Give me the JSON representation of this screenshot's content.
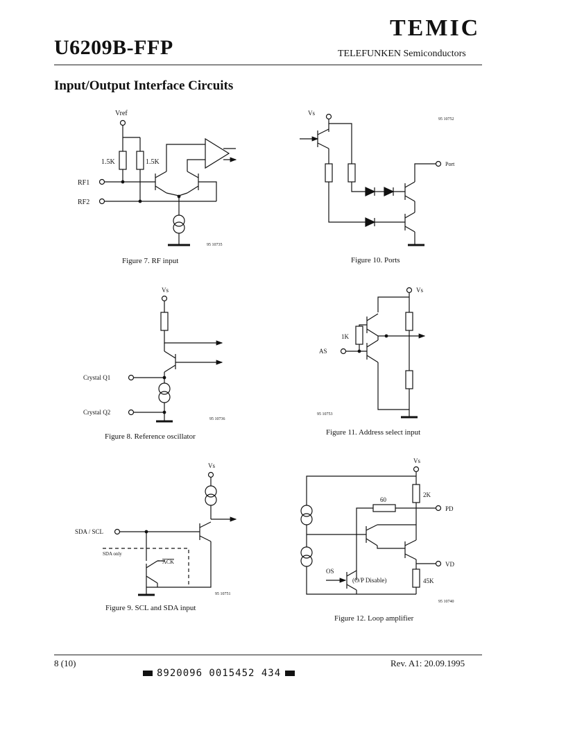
{
  "header": {
    "part_number": "U6209B-FFP",
    "brand": "TEMIC",
    "tagline": "TELEFUNKEN Semiconductors"
  },
  "section_title": "Input/Output Interface Circuits",
  "figures": [
    {
      "caption": "Figure 7.  RF input",
      "code": "95 10735",
      "labels": {
        "vref": "Vref",
        "r1": "1.5K",
        "r2": "1.5K",
        "rf1": "RF1",
        "rf2": "RF2"
      }
    },
    {
      "caption": "Figure 10.  Ports",
      "code": "95 10752",
      "labels": {
        "vs": "Vs",
        "port": "Port"
      }
    },
    {
      "caption": "Figure 8.  Reference oscillator",
      "code": "95 10736",
      "labels": {
        "vs": "Vs",
        "q1": "Crystal Q1",
        "q2": "Crystal Q2"
      }
    },
    {
      "caption": "Figure 11.  Address select input",
      "code": "95 10753",
      "labels": {
        "vs": "Vs",
        "r": "1K",
        "as": "AS"
      }
    },
    {
      "caption": "Figure 9.  SCL and SDA input",
      "code": "95 10751",
      "labels": {
        "vs": "Vs",
        "sda": "SDA / SCL",
        "sda_only": "SDA only",
        "ack": "ACK"
      }
    },
    {
      "caption": "Figure 12.  Loop amplifier",
      "code": "95 10740",
      "labels": {
        "vs": "Vs",
        "r60": "60",
        "r2k": "2K",
        "pd": "PD",
        "os": "OS",
        "opd": "(O/P Disable)",
        "vd": "VD",
        "r45": "45K"
      }
    }
  ],
  "footer": {
    "page": "8 (10)",
    "revision": "Rev. A1: 20.09.1995",
    "barcode": "8920096 0015452 434"
  }
}
